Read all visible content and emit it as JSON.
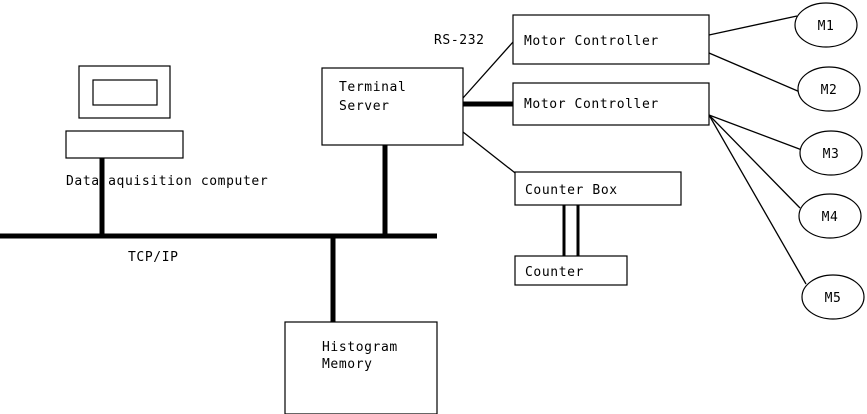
{
  "diagram": {
    "type": "system-architecture-block-diagram",
    "background_color": "#ffffff",
    "line_color": "#000000",
    "nodes": {
      "monitor": {
        "name": "monitor-shape"
      },
      "computer_base": {
        "name": "computer-base-shape"
      },
      "data_acquisition_computer": {
        "label": "Data aquisition computer"
      },
      "terminal_server": {
        "line1": "Terminal",
        "line2": "Server"
      },
      "motor_controller_1": {
        "label": "Motor Controller"
      },
      "motor_controller_2": {
        "label": "Motor Controller"
      },
      "counter_box": {
        "label": "Counter Box"
      },
      "counter": {
        "label": "Counter"
      },
      "histogram_memory": {
        "line1": "Histogram",
        "line2": "Memory"
      }
    },
    "motors": [
      {
        "label": "M1"
      },
      {
        "label": "M2"
      },
      {
        "label": "M3"
      },
      {
        "label": "M4"
      },
      {
        "label": "M5"
      }
    ],
    "link_labels": {
      "rs232": "RS-232",
      "tcpip": "TCP/IP"
    }
  }
}
